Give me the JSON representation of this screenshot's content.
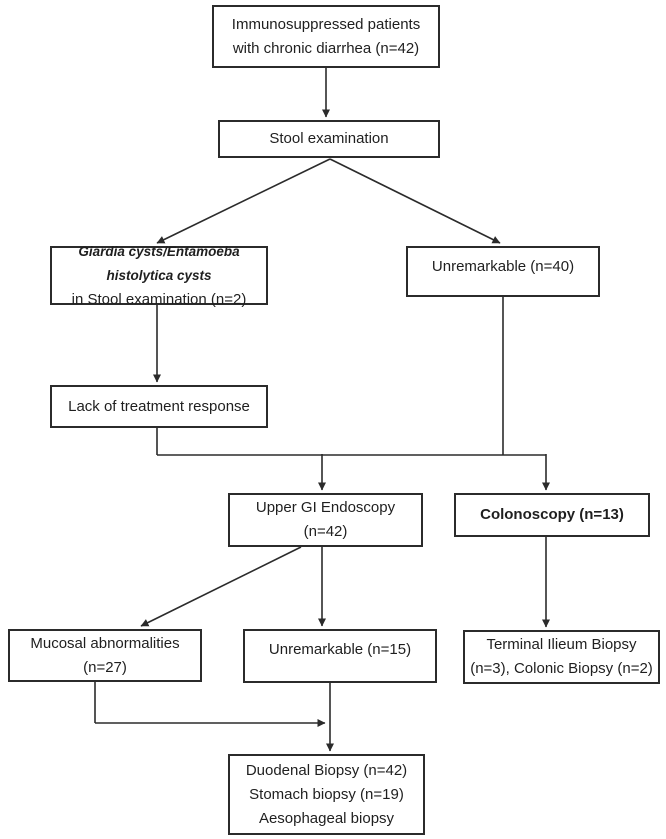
{
  "diagram": {
    "type": "flowchart",
    "background_color": "#ffffff",
    "line_color": "#2b2b2b",
    "box_border_color": "#2b2b2b",
    "nodes": {
      "patients": {
        "line1": "Immunosuppressed patients",
        "line2": "with chronic diarrhea (n=42)"
      },
      "stool_exam": {
        "label": "Stool examination"
      },
      "giardia": {
        "line1": "Giardia cysts/Entamoeba histolytica cysts",
        "line2": "in Stool examination (n=2)"
      },
      "unremarkable_stool": {
        "label": "Unremarkable (n=40)"
      },
      "lack_response": {
        "label": "Lack of treatment response"
      },
      "upper_gi": {
        "line1": "Upper GI Endoscopy",
        "line2": "(n=42)"
      },
      "colonoscopy": {
        "label": "Colonoscopy (n=13)"
      },
      "mucosal": {
        "line1": "Mucosal abnormalities",
        "line2": "(n=27)"
      },
      "unremarkable_endoscopy": {
        "label": "Unremarkable (n=15)"
      },
      "terminal_biopsy": {
        "line1": "Terminal Ilieum Biopsy",
        "line2": "(n=3), Colonic Biopsy (n=2)"
      },
      "biopsies": {
        "line1": "Duodenal Biopsy (n=42)",
        "line2": "Stomach biopsy (n=19)",
        "line3": "Aesophageal biopsy"
      }
    },
    "edges": [
      {
        "from": "patients",
        "to": "stool_exam"
      },
      {
        "from": "stool_exam",
        "to": "giardia"
      },
      {
        "from": "stool_exam",
        "to": "unremarkable_stool"
      },
      {
        "from": "giardia",
        "to": "lack_response"
      },
      {
        "from": "lack_response",
        "to": "upper_gi"
      },
      {
        "from": "unremarkable_stool",
        "to": "upper_gi"
      },
      {
        "from": "unremarkable_stool",
        "to": "colonoscopy"
      },
      {
        "from": "upper_gi",
        "to": "mucosal"
      },
      {
        "from": "upper_gi",
        "to": "unremarkable_endoscopy"
      },
      {
        "from": "colonoscopy",
        "to": "terminal_biopsy"
      },
      {
        "from": "mucosal",
        "to": "biopsies"
      },
      {
        "from": "unremarkable_endoscopy",
        "to": "biopsies"
      }
    ]
  }
}
